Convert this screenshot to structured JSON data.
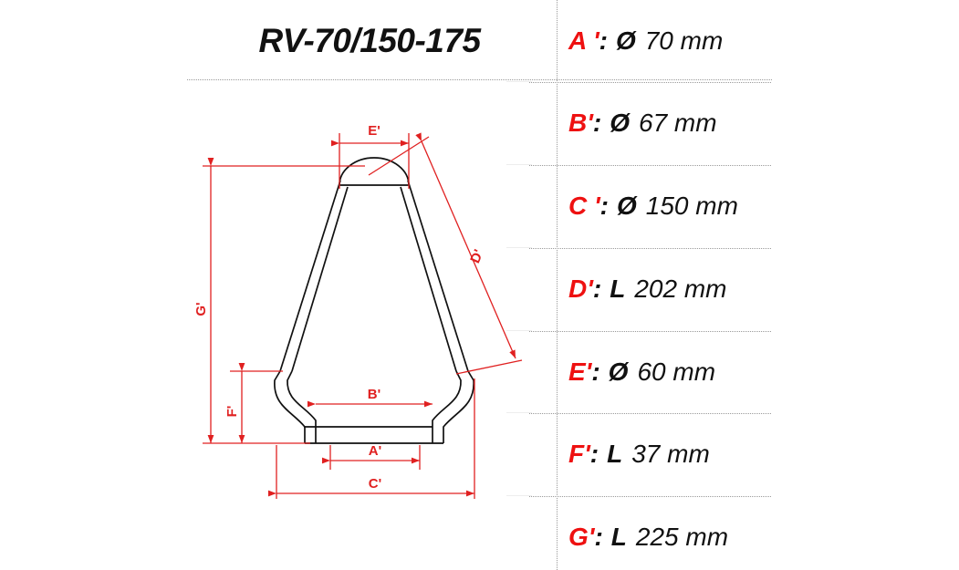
{
  "title": "RV-70/150-175",
  "colors": {
    "dimension_red": "#e02020",
    "key_red": "#ee1111",
    "outline_black": "#111111",
    "divider_gray": "#9a9a9a",
    "background": "#ffffff"
  },
  "specs": {
    "rows": [
      {
        "key": "A '",
        "separator": ":",
        "symbol": "Ø",
        "value": "70 mm"
      },
      {
        "key": "B'",
        "separator": ":",
        "symbol": "Ø",
        "value": "67 mm"
      },
      {
        "key": "C '",
        "separator": ":",
        "symbol": "Ø",
        "value": "150 mm"
      },
      {
        "key": "D'",
        "separator": ":",
        "symbol": "L",
        "value": "202 mm"
      },
      {
        "key": "E'",
        "separator": ":",
        "symbol": "Ø",
        "value": "60 mm"
      },
      {
        "key": "F'",
        "separator": ":",
        "symbol": "L",
        "value": "37 mm"
      },
      {
        "key": "G'",
        "separator": ":",
        "symbol": "L",
        "value": "225 mm"
      }
    ]
  },
  "drawing": {
    "labels": {
      "a": "A'",
      "b": "B'",
      "c": "C'",
      "d": "D'",
      "e": "E'",
      "f": "F'",
      "g": "G'"
    }
  }
}
